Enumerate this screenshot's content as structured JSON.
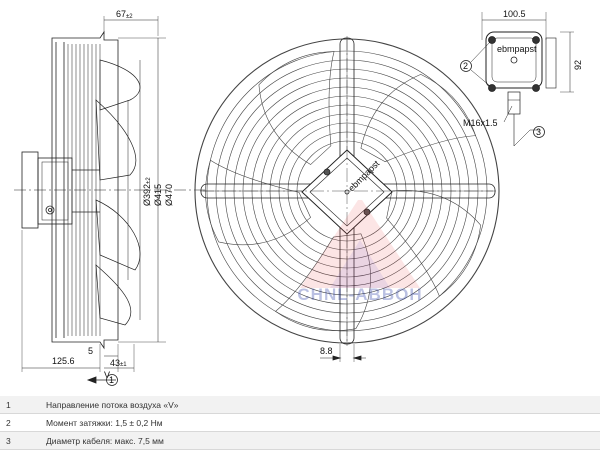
{
  "dims": {
    "d67": "67",
    "d67sub": "±2",
    "d1005": "100.5",
    "d92": "92",
    "d1256": "125.6",
    "d5": "5",
    "d43": "43",
    "d43sub": "±1",
    "d88": "8.8",
    "m16": "M16x1.5",
    "d392": "Ø392",
    "d392sub": "±2",
    "d415": "Ø415",
    "d470": "Ø470",
    "c1": "1",
    "c2": "2",
    "c3": "3",
    "v": "V"
  },
  "logo_text": "ebmpapst",
  "watermark": "CHNL-ABBOH",
  "legend": [
    {
      "num": "1",
      "text": "Направление потока воздуха «V»"
    },
    {
      "num": "2",
      "text": "Момент затяжки: 1,5 ± 0,2 Нм"
    },
    {
      "num": "3",
      "text": "Диаметр кабеля: макс. 7,5 мм"
    }
  ]
}
